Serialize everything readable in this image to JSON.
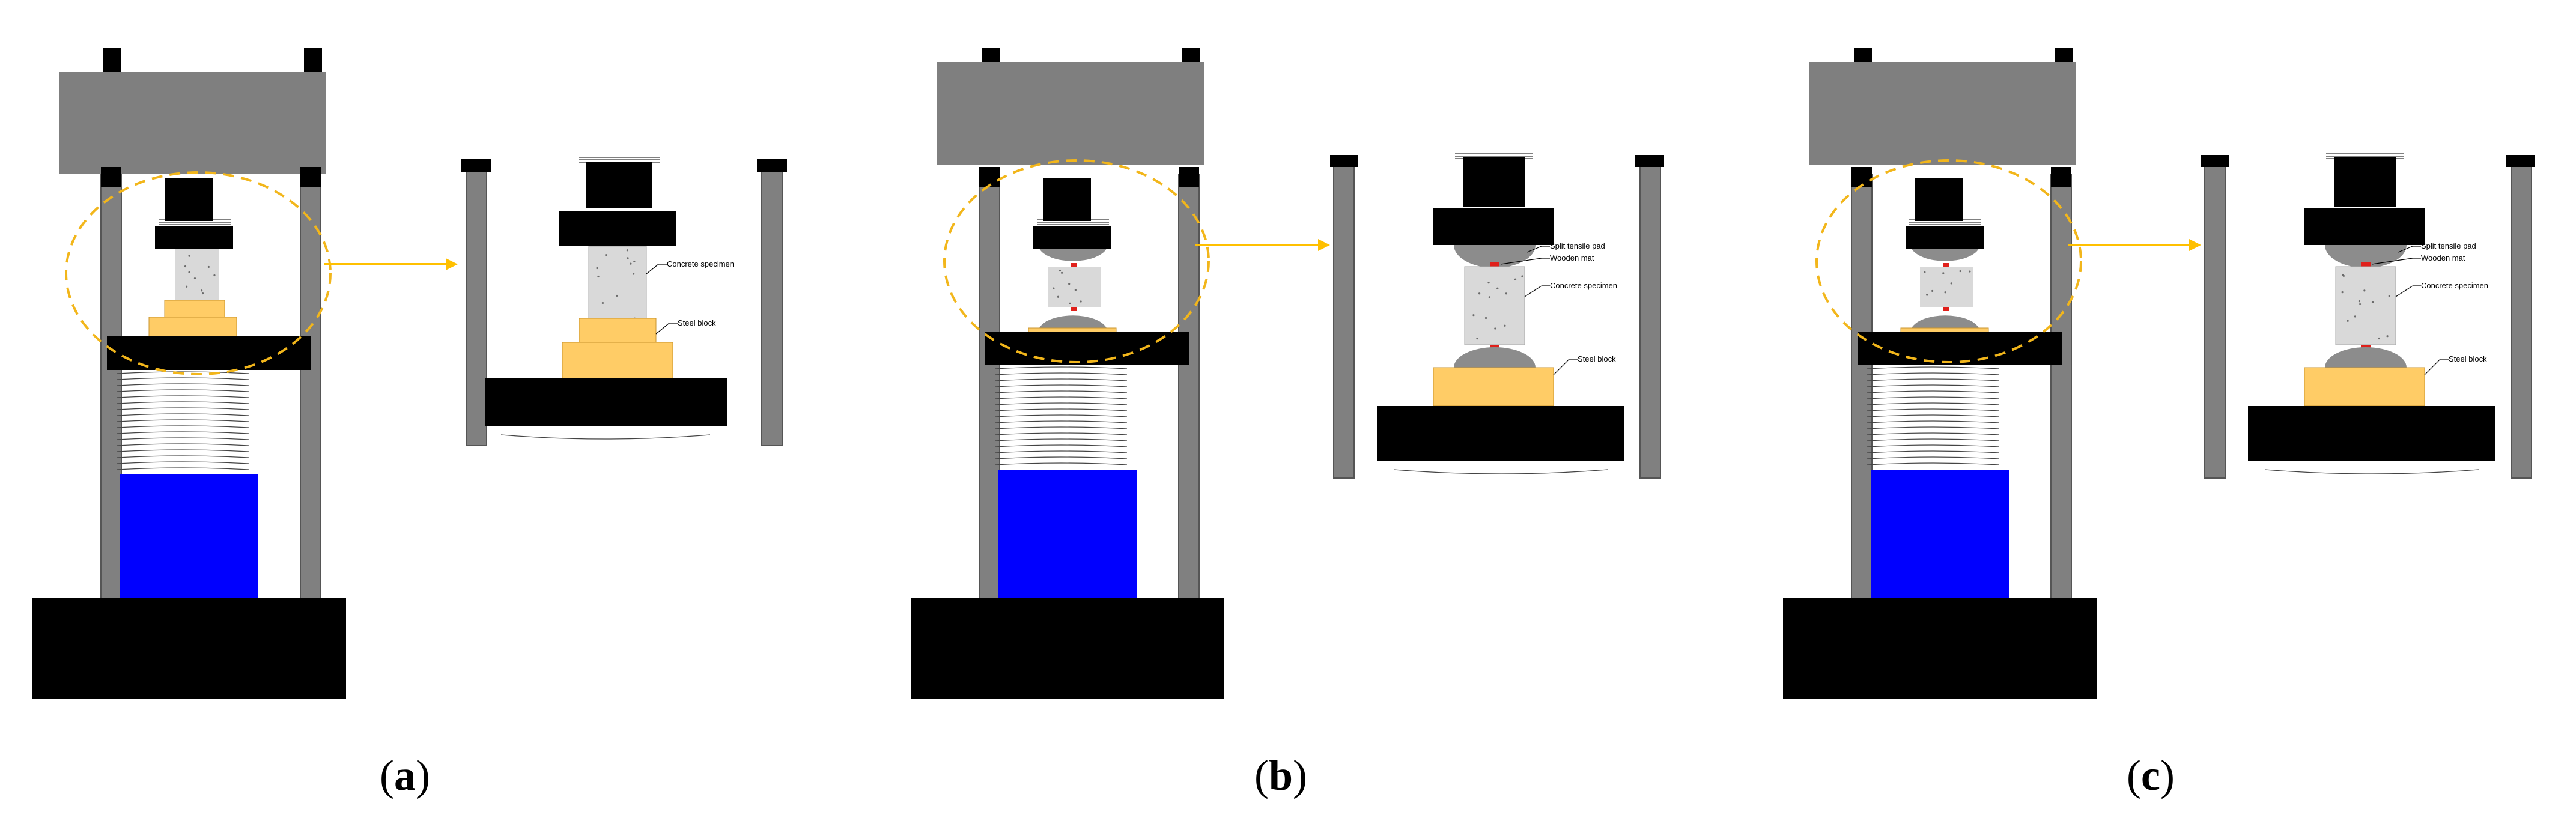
{
  "figure": {
    "panels": [
      {
        "id": "a",
        "caption": {
          "open": "(",
          "letter": "a",
          "close": ")"
        },
        "labels": {
          "specimen": "Concrete specimen",
          "block": "Steel block"
        }
      },
      {
        "id": "b",
        "caption": {
          "open": "(",
          "letter": "b",
          "close": ")"
        },
        "labels": {
          "pad": "Split tensile pad",
          "mat": "Wooden mat",
          "specimen": "Concrete specimen",
          "block": "Steel block"
        }
      },
      {
        "id": "c",
        "caption": {
          "open": "(",
          "letter": "c",
          "close": ")"
        },
        "labels": {
          "pad": "Split tensile pad",
          "mat": "Wooden mat",
          "specimen": "Concrete specimen",
          "block": "Steel block"
        }
      }
    ]
  },
  "colors": {
    "frame_gray": "#7f7f7f",
    "column_gray": "#808080",
    "black": "#000000",
    "cylinder_blue": "#0000ff",
    "steel_block": "#ffcc66",
    "concrete": "#d9d9d9",
    "dashed_circle": "#f2b61b",
    "arrow": "#ffc000",
    "pad_gray": "#8c8c8c",
    "wood_red": "#e0201b"
  }
}
